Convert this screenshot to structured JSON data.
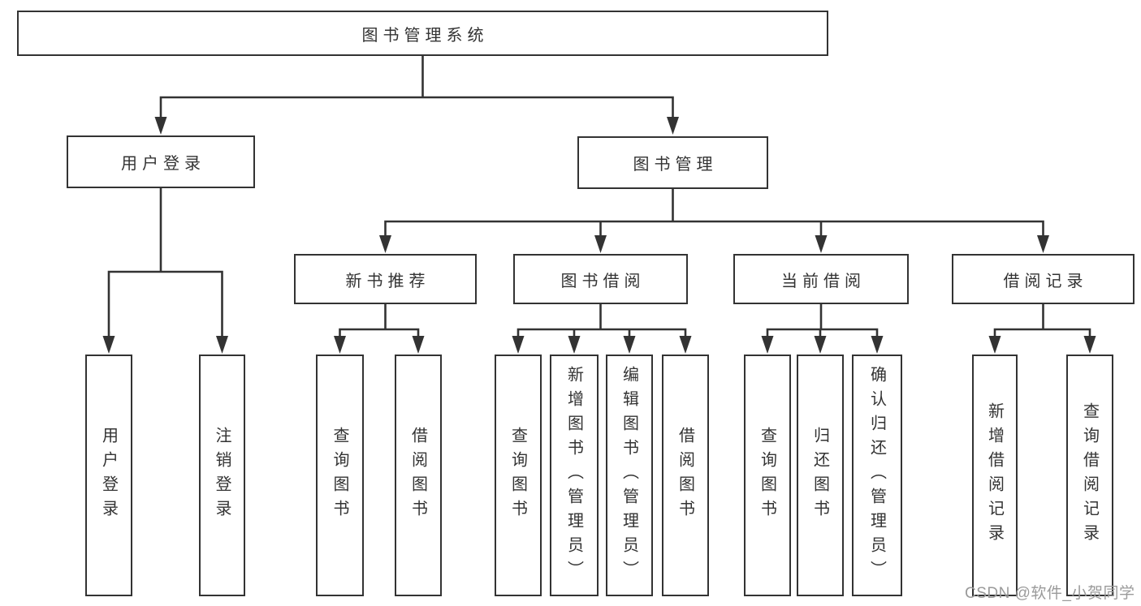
{
  "diagram": {
    "root": {
      "label": "图书管理系统"
    },
    "level2": [
      {
        "label": "用户登录"
      },
      {
        "label": "图书管理"
      }
    ],
    "level3": [
      {
        "label": "新书推荐"
      },
      {
        "label": "图书借阅"
      },
      {
        "label": "当前借阅"
      },
      {
        "label": "借阅记录"
      }
    ],
    "leaves": {
      "user_login": [
        {
          "label": "用户登录"
        },
        {
          "label": "注销登录"
        }
      ],
      "new_book": [
        {
          "label": "查询图书"
        },
        {
          "label": "借阅图书"
        }
      ],
      "book_borrow": [
        {
          "label": "查询图书"
        },
        {
          "label": "新增图书（管理员）"
        },
        {
          "label": "编辑图书（管理员）"
        },
        {
          "label": "借阅图书"
        }
      ],
      "current_borrow": [
        {
          "label": "查询图书"
        },
        {
          "label": "归还图书"
        },
        {
          "label": "确认归还（管理员）"
        }
      ],
      "borrow_record": [
        {
          "label": "新增借阅记录"
        },
        {
          "label": "查询借阅记录"
        }
      ]
    },
    "watermark": "CSDN @软件_小贺同学",
    "colors": {
      "line": "#333333",
      "text": "#333333",
      "watermark": "#9a9a9a",
      "background": "#ffffff"
    }
  }
}
